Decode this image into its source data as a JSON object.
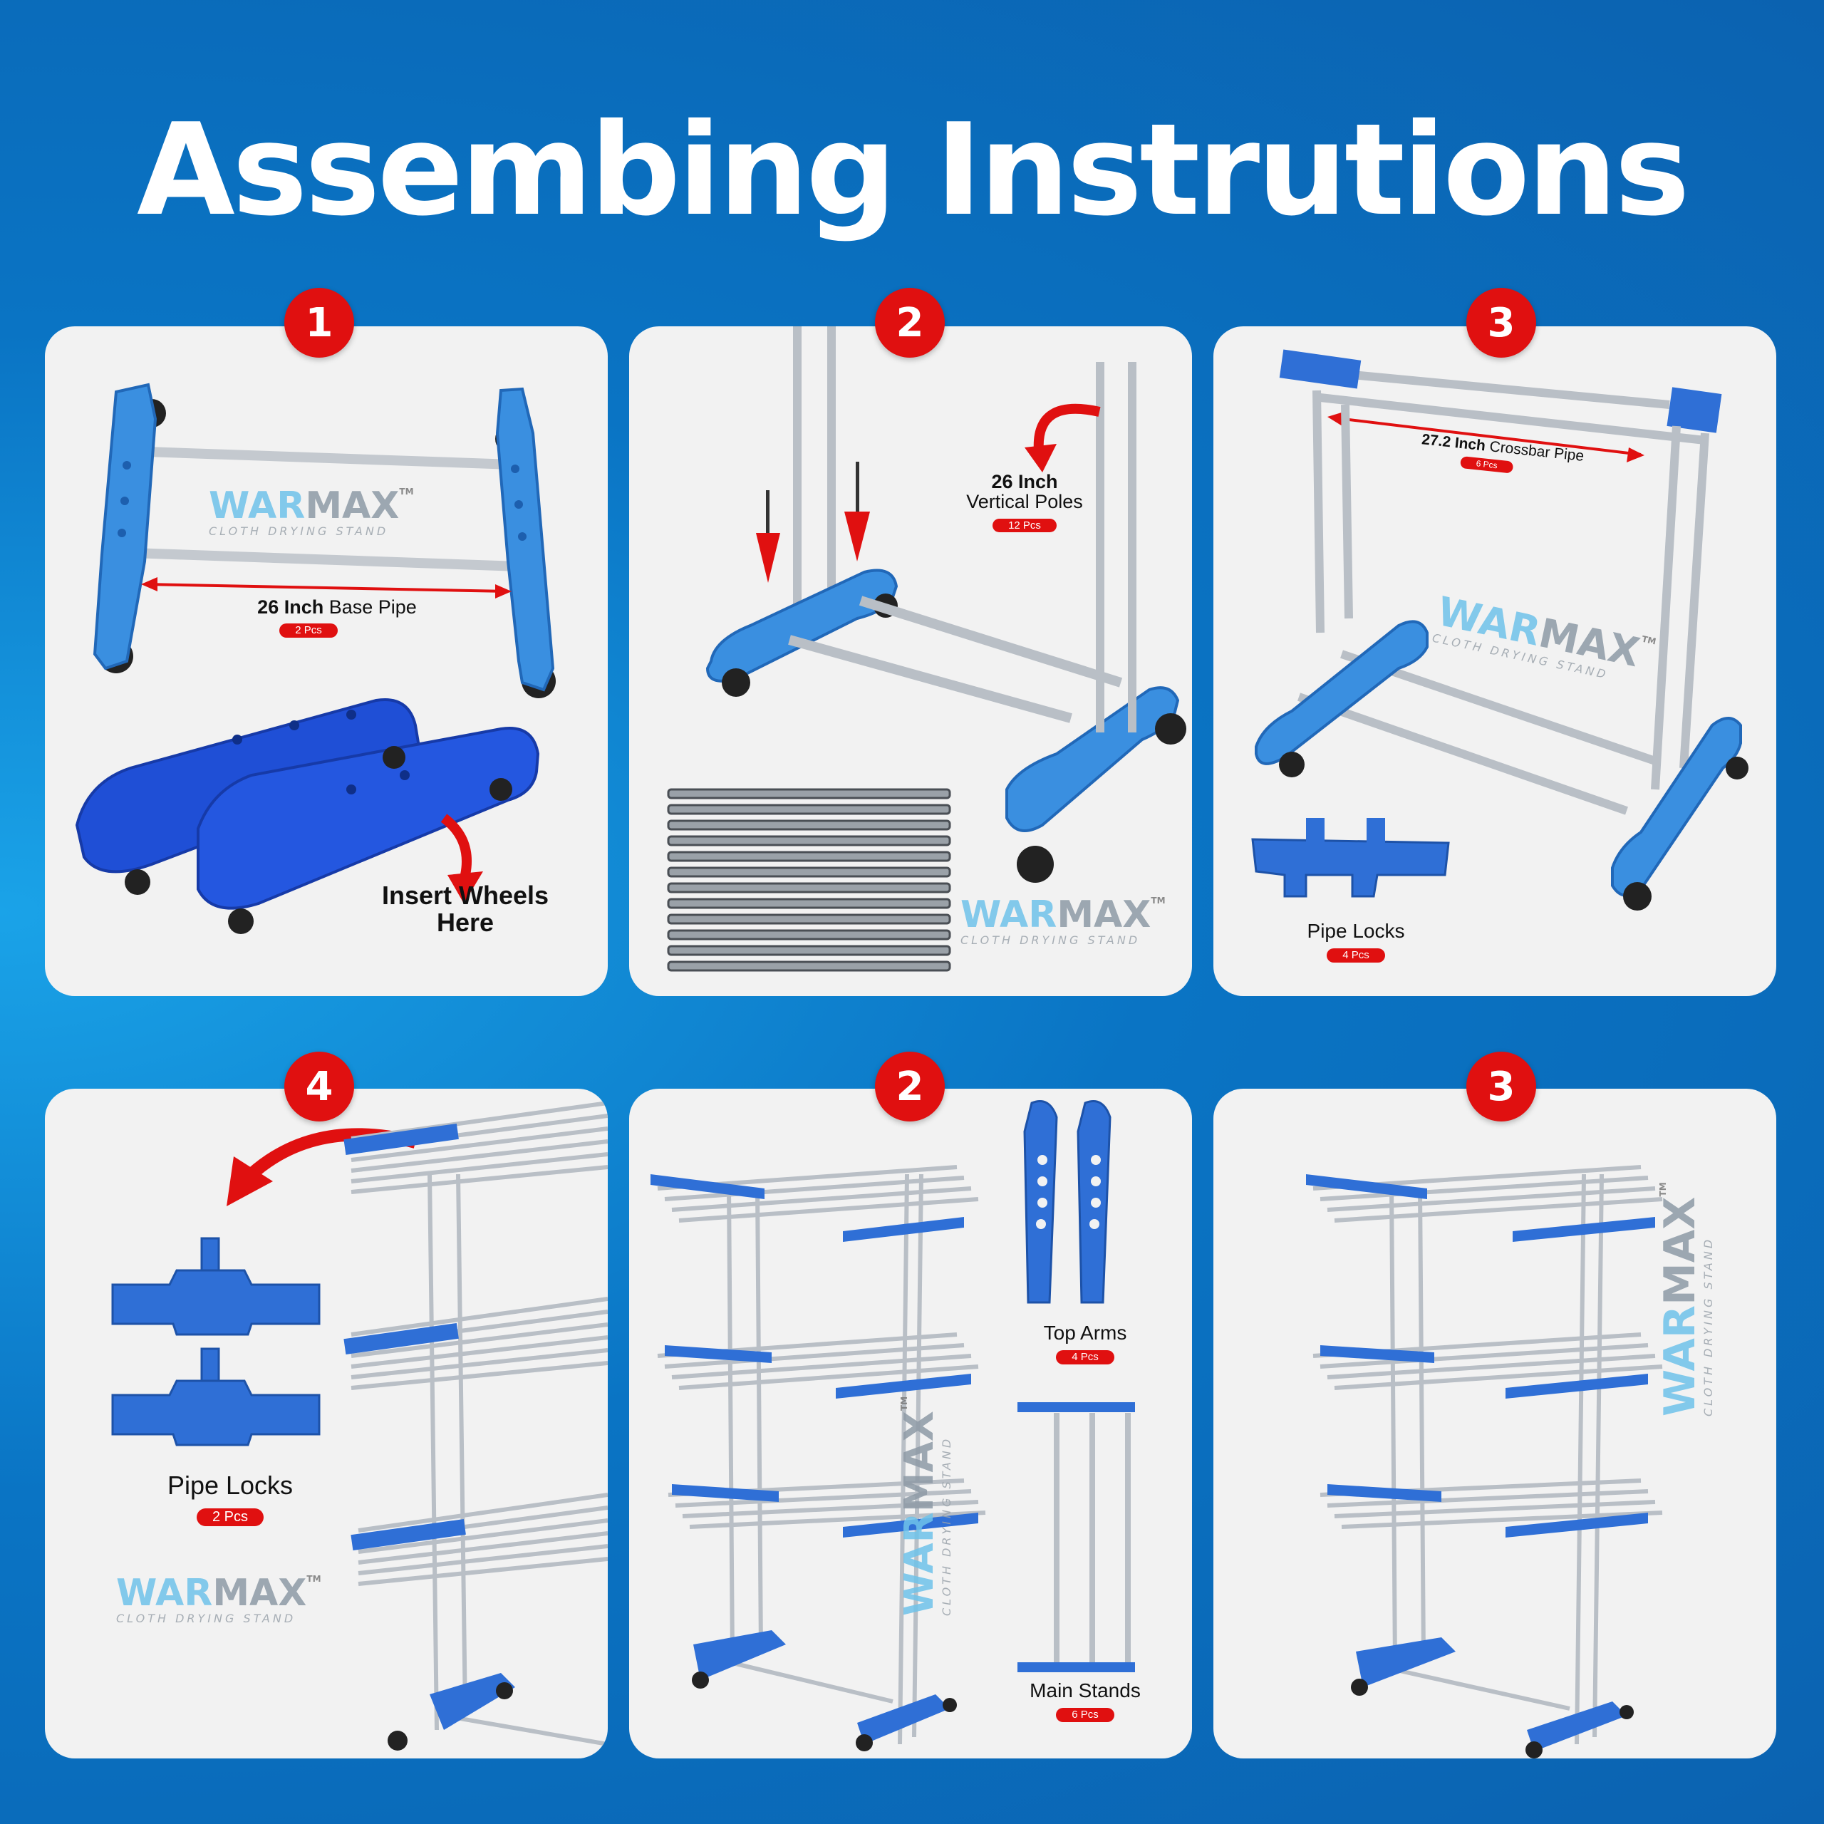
{
  "title": "Assembing Instrutions",
  "brand": {
    "name_part1": "WAR",
    "name_part2": "MAX",
    "tm": "TM",
    "tagline": "CLOTH DRYING STAND"
  },
  "colors": {
    "background": "#0b6fbf",
    "card": "#f2f2f2",
    "badge": "#e01010",
    "part_blue": "#2f7fd6",
    "steel": "#b9bfc6"
  },
  "cards": [
    {
      "step": "1",
      "labels": [
        {
          "bold": "26 Inch",
          "text": "Base Pipe",
          "qty": "2 Pcs"
        }
      ],
      "callout": "Insert Wheels Here"
    },
    {
      "step": "2",
      "labels": [
        {
          "bold": "26 Inch",
          "text": "Vertical Poles",
          "qty": "12 Pcs"
        }
      ]
    },
    {
      "step": "3",
      "labels": [
        {
          "bold": "27.2 Inch",
          "text": "Crossbar Pipe",
          "qty": "6 Pcs"
        },
        {
          "bold": "",
          "text": "Pipe Locks",
          "qty": "4 Pcs"
        }
      ]
    },
    {
      "step": "4",
      "labels": [
        {
          "bold": "",
          "text": "Pipe Locks",
          "qty": "2 Pcs"
        }
      ]
    },
    {
      "step": "2",
      "labels": [
        {
          "bold": "",
          "text": "Top Arms",
          "qty": "4 Pcs"
        },
        {
          "bold": "",
          "text": "Main Stands",
          "qty": "6 Pcs"
        }
      ]
    },
    {
      "step": "3",
      "labels": []
    }
  ]
}
